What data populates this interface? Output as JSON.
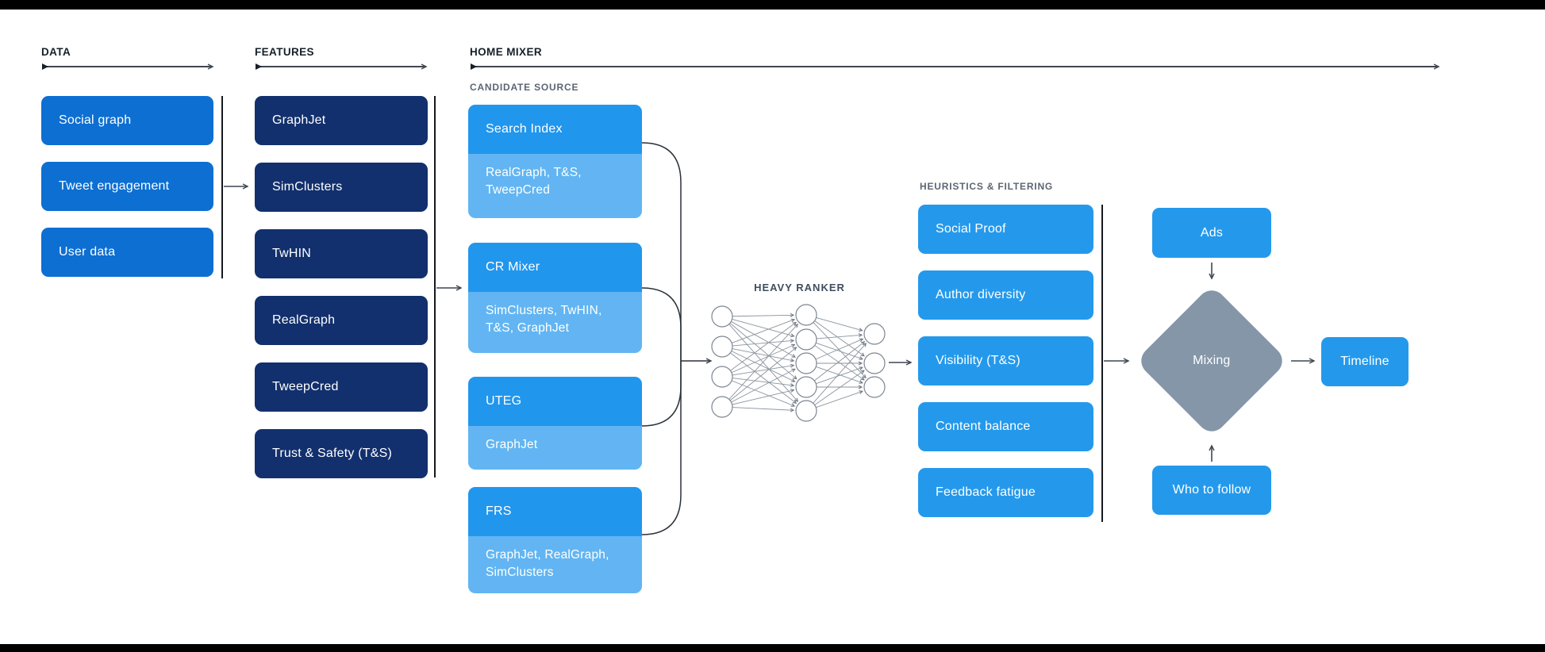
{
  "diagram": {
    "sections": {
      "data": {
        "label": "DATA",
        "boxes": [
          "Social graph",
          "Tweet engagement",
          "User data"
        ]
      },
      "features": {
        "label": "FEATURES",
        "boxes": [
          "GraphJet",
          "SimClusters",
          "TwHIN",
          "RealGraph",
          "TweepCred",
          "Trust & Safety (T&S)"
        ]
      },
      "home_mixer": {
        "label": "HOME MIXER",
        "candidate_source": {
          "label": "CANDIDATE SOURCE",
          "boxes": [
            {
              "title": "Search Index",
              "subtitle": "RealGraph, T&S, TweepCred"
            },
            {
              "title": "CR Mixer",
              "subtitle": "SimClusters, TwHIN, T&S, GraphJet"
            },
            {
              "title": "UTEG",
              "subtitle": "GraphJet"
            },
            {
              "title": "FRS",
              "subtitle": "GraphJet, RealGraph, SimClusters"
            }
          ]
        },
        "heavy_ranker": {
          "label": "HEAVY RANKER"
        },
        "heuristics": {
          "label": "HEURISTICS & FILTERING",
          "boxes": [
            "Social Proof",
            "Author diversity",
            "Visibility (T&S)",
            "Content balance",
            "Feedback fatigue"
          ]
        },
        "mixing_stage": {
          "ads": "Ads",
          "diamond": "Mixing",
          "who_to_follow": "Who to follow",
          "timeline": "Timeline"
        }
      }
    },
    "colors": {
      "data_box": "#0d6fd2",
      "features_box": "#12306d",
      "candidate_header": "#2196ed",
      "candidate_body": "#62b5f2",
      "heuristics_box": "#2499ec",
      "diamond": "#8496a8",
      "line": "#3f4750",
      "divider": "#15181c",
      "nn_stroke": "#8b949e",
      "top_bar": "#000000"
    }
  }
}
